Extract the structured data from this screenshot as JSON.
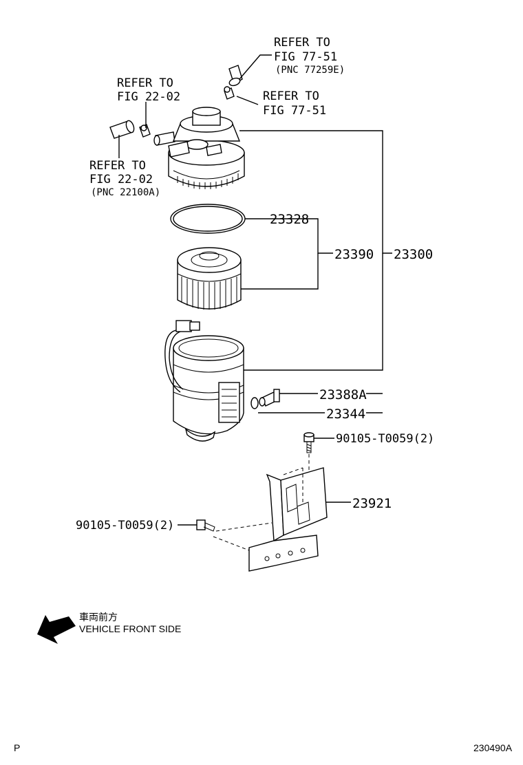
{
  "references": [
    {
      "text": "REFER TO",
      "fig": "FIG 77-51",
      "pnc": "(PNC 77259E)"
    },
    {
      "text": "REFER TO",
      "fig": "FIG 77-51"
    },
    {
      "text": "REFER TO",
      "fig": "FIG 22-02"
    },
    {
      "text": "REFER TO",
      "fig": "FIG 22-02",
      "pnc": "(PNC 22100A)"
    }
  ],
  "callouts": {
    "gasket": "23328",
    "filter_element": "23390",
    "filter_assembly": "23300",
    "sensor": "23388A",
    "o_ring": "23344",
    "bolt_top": "90105-T0059(2)",
    "bracket": "23921",
    "bolt_left": "90105-T0059(2)"
  },
  "direction": {
    "japanese": "車両前方",
    "english": "VEHICLE FRONT SIDE"
  },
  "footer": {
    "left_mark": "P",
    "figure_code": "230490A"
  }
}
